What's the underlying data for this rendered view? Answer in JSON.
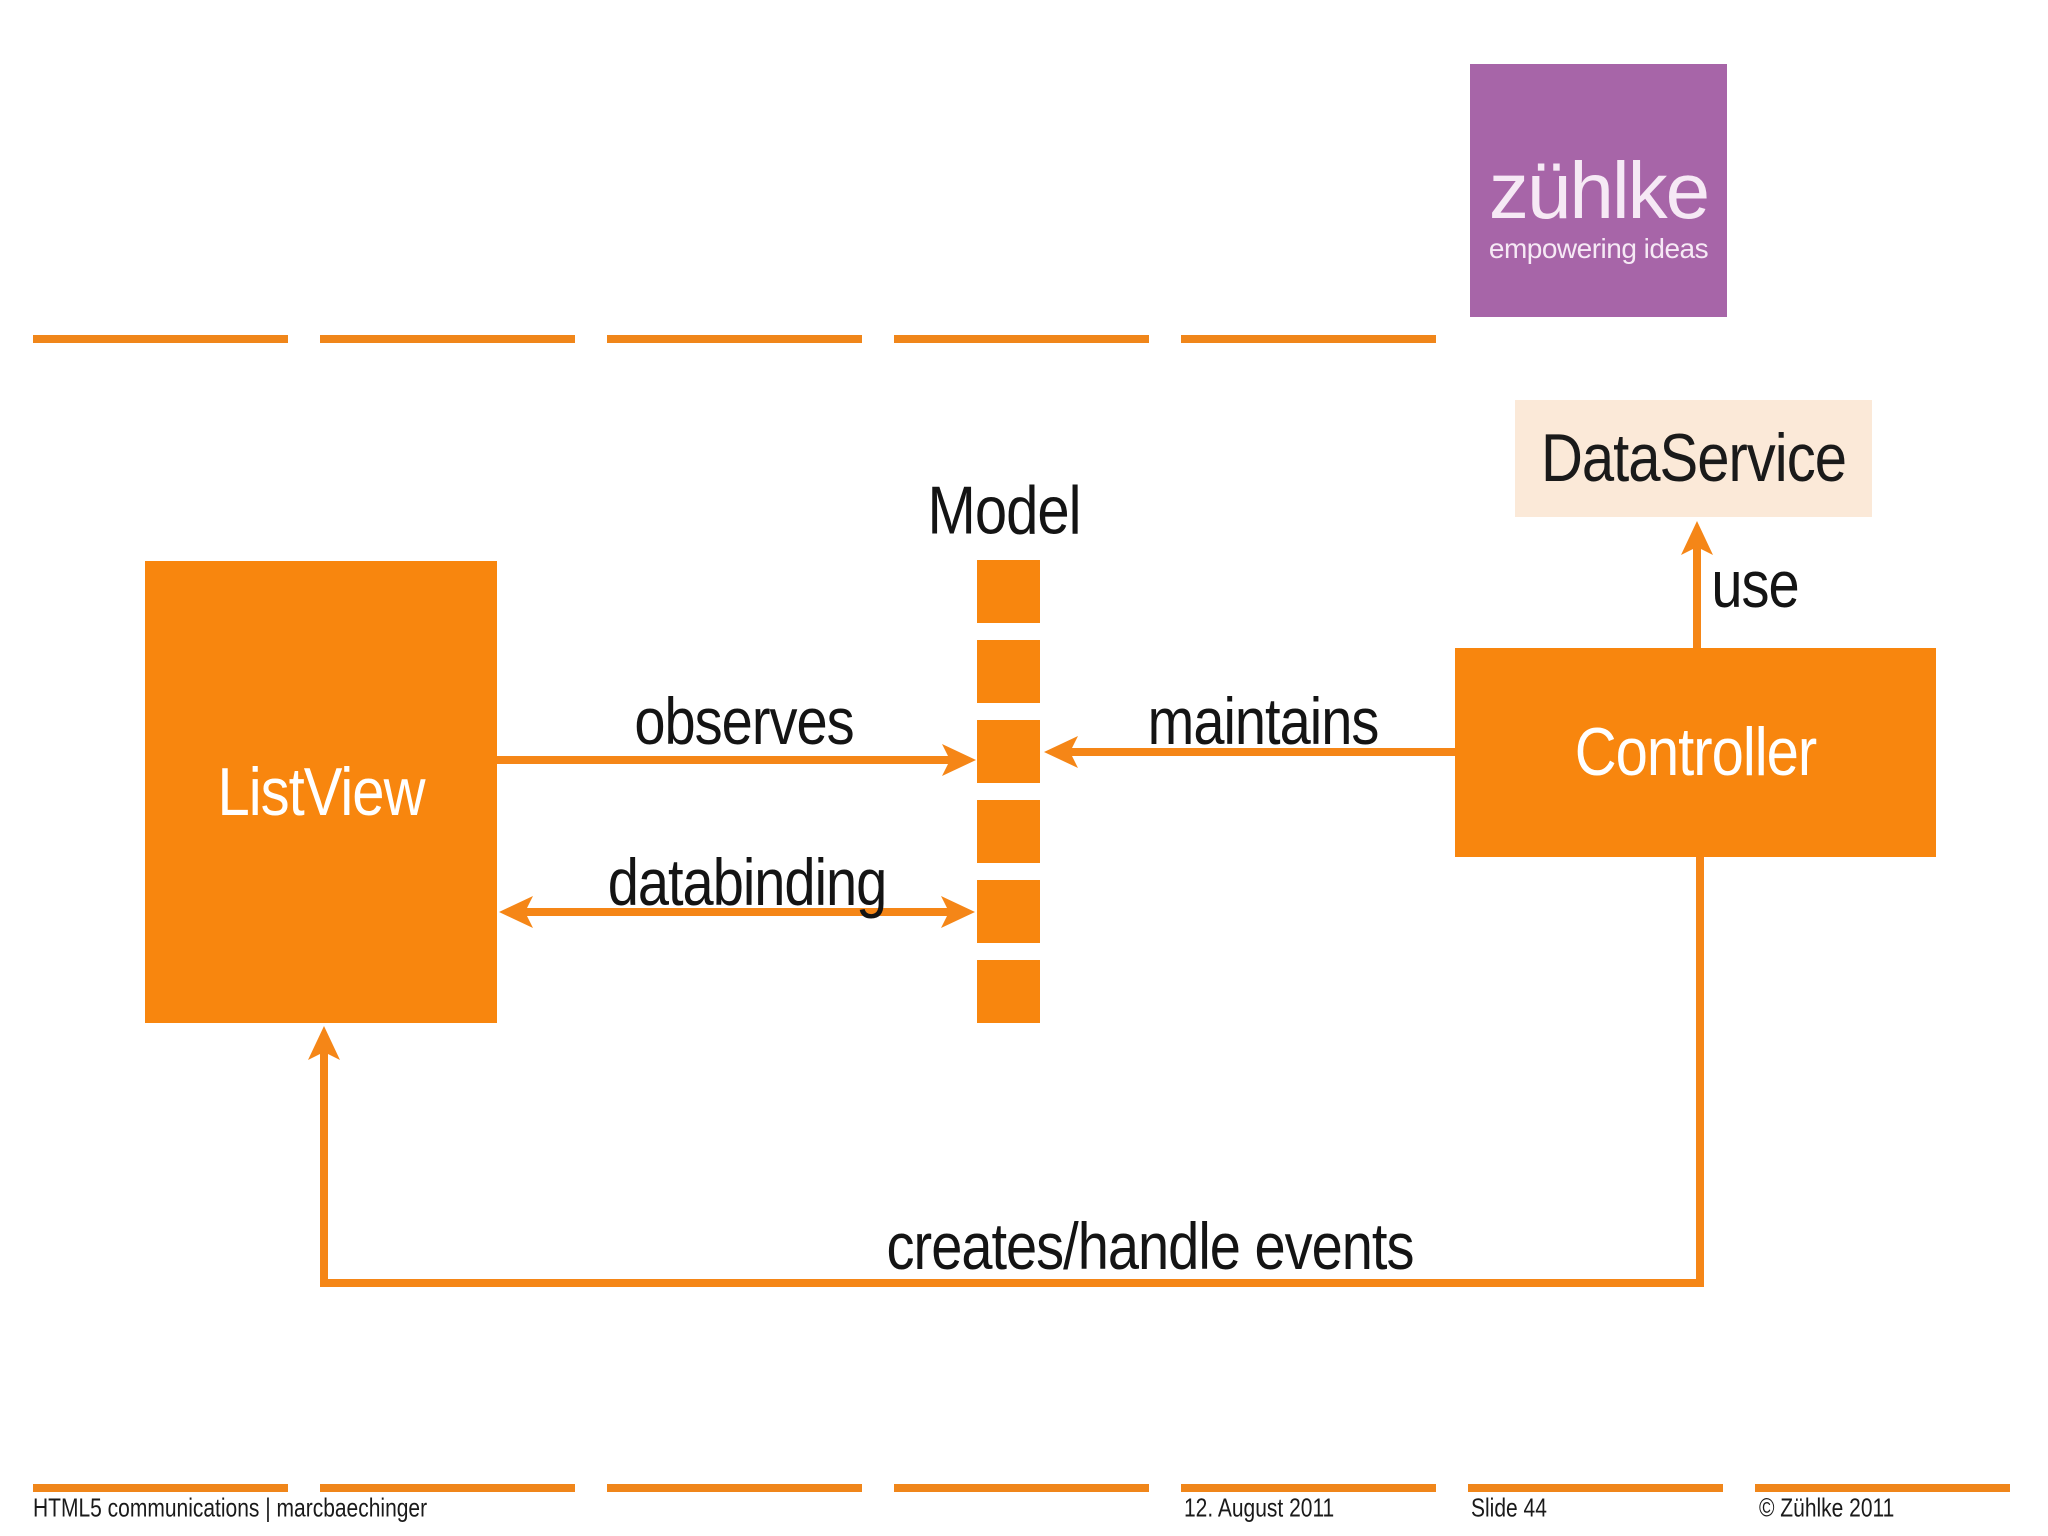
{
  "logo": {
    "title": "zühlke",
    "subtitle": "empowering ideas"
  },
  "diagram": {
    "listview_label": "ListView",
    "model_label": "Model",
    "controller_label": "Controller",
    "dataservice_label": "DataService",
    "model_segment_count": 6,
    "edges": {
      "observes": "observes",
      "databinding": "databinding",
      "maintains": "maintains",
      "use": "use",
      "creates": "creates/handle events"
    }
  },
  "footer": {
    "left": "HTML5 communications | marcbaechinger",
    "date": "12. August 2011",
    "slide_number": "Slide 44",
    "copyright": "© Zühlke 2011"
  },
  "colors": {
    "box_orange": "#F8860E",
    "arrow_orange": "#F58617",
    "dash_orange": "#F0861A",
    "dataservice_peach": "#FBE9D8",
    "logo_purple": "#A765A8",
    "text_black": "#141414"
  }
}
